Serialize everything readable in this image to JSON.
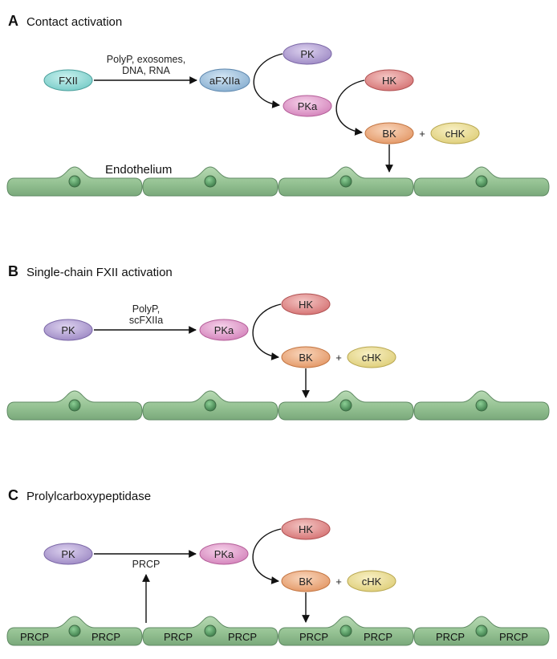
{
  "colors": {
    "fxii": "#7fd3cf",
    "afxiia": "#8fb6d6",
    "pk": "#a591c8",
    "pka": "#d98cc0",
    "hk": "#d97b7b",
    "bk": "#e8a374",
    "chk": "#e6d98a",
    "endothelium": "#9cc79a",
    "nucleus": "#4e8a5a"
  },
  "panels": [
    {
      "letter": "A",
      "title": "Contact activation",
      "nodes": {
        "fxii": "FXII",
        "afxiia": "aFXIIa",
        "pk": "PK",
        "pka": "PKa",
        "hk": "HK",
        "bk": "BK",
        "chk": "cHK"
      },
      "arrow_label_line1": "PolyP, exosomes,",
      "arrow_label_line2": "DNA, RNA",
      "plus": "+",
      "endothelium_label": "Endothelium"
    },
    {
      "letter": "B",
      "title": "Single-chain FXII activation",
      "nodes": {
        "pk": "PK",
        "pka": "PKa",
        "hk": "HK",
        "bk": "BK",
        "chk": "cHK"
      },
      "arrow_label_line1": "PolyP,",
      "arrow_label_line2": "scFXIIa",
      "plus": "+"
    },
    {
      "letter": "C",
      "title": "Prolylcarboxypeptidase",
      "nodes": {
        "pk": "PK",
        "pka": "PKa",
        "hk": "HK",
        "bk": "BK",
        "chk": "cHK"
      },
      "arrow_label": "PRCP",
      "plus": "+",
      "cell_labels": [
        "PRCP",
        "PRCP",
        "PRCP",
        "PRCP",
        "PRCP",
        "PRCP",
        "PRCP",
        "PRCP"
      ]
    }
  ]
}
